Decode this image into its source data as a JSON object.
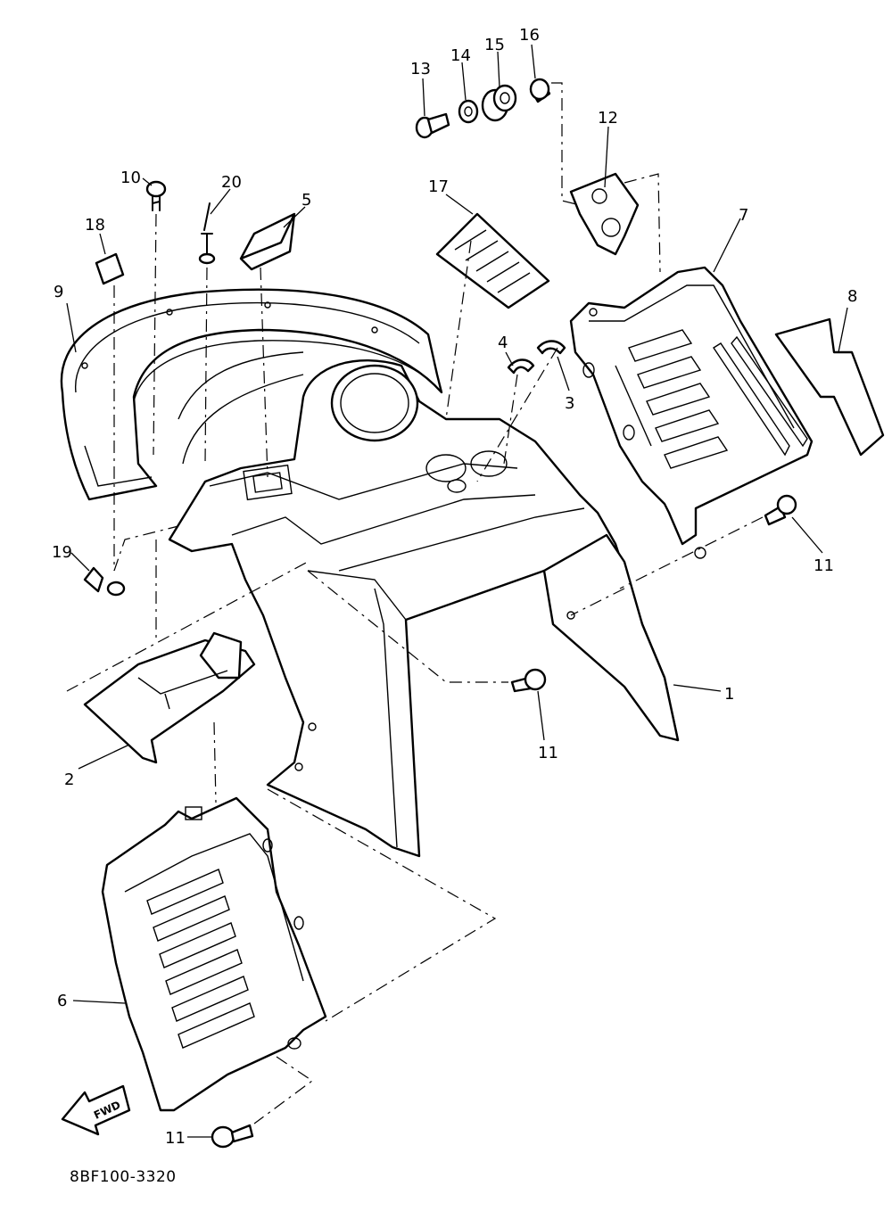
{
  "diagram": {
    "part_labels": [
      "1",
      "2",
      "3",
      "4",
      "5",
      "6",
      "7",
      "8",
      "9",
      "10",
      "11",
      "11",
      "11",
      "11",
      "12",
      "13",
      "14",
      "15",
      "16",
      "17",
      "18",
      "19",
      "20"
    ],
    "fwd_label": "FWD",
    "drawing_code": "8BF100-3320"
  }
}
